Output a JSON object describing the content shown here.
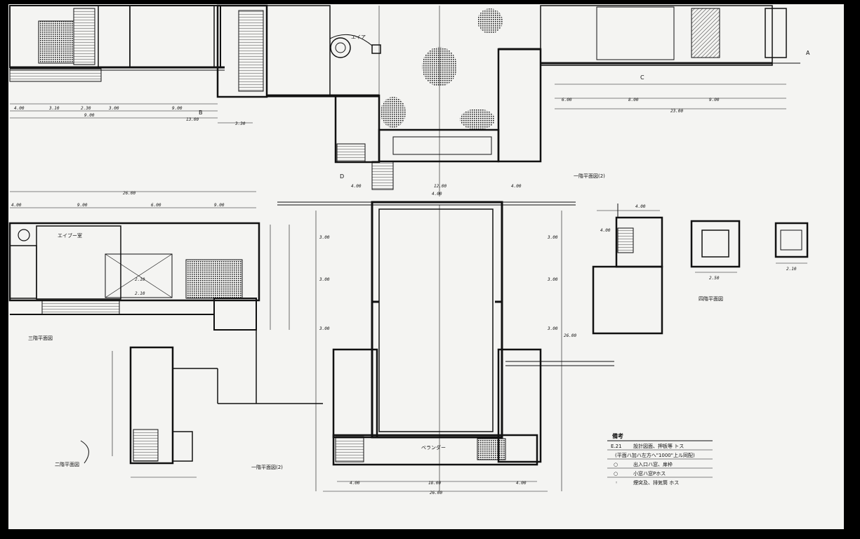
{
  "upper_plan": {
    "labels": {
      "a": "A",
      "b": "B",
      "c": "C",
      "d": "D",
      "ev_label": "エイア"
    },
    "dims_left": [
      "4.00",
      "3.10",
      "2.30",
      "3.00",
      "9.00",
      "9.00",
      "13.00",
      "3.30"
    ],
    "dims_right": [
      "6.00",
      "8.00",
      "9.00",
      "23.00"
    ],
    "dims_bottom": [
      "4.00",
      "12.00",
      "4.00"
    ]
  },
  "left_plan": {
    "title": "三階平面図",
    "room_ev": "エイブー室",
    "dims": [
      "26.00",
      "4.00",
      "9.00",
      "6.00",
      "9.00",
      "2.10",
      "2.10"
    ]
  },
  "central_plan": {
    "top_dim": "4.00",
    "side_dims": [
      "3.00",
      "3.00",
      "3.00",
      "3.00",
      "3.00",
      "3.00",
      "26.00"
    ],
    "bottom_dims": [
      "4.00",
      "18.00",
      "4.00",
      "26.00"
    ],
    "corridor_label": "ベランダー",
    "title": "一階平面図(2)"
  },
  "small_left": {
    "title": "二階平面図"
  },
  "right_plans": {
    "title_1": "一階平面図(2)",
    "title_2": "四階平面図",
    "dims": [
      "4.00",
      "4.00",
      "2.50",
      "2.10"
    ]
  },
  "legend": {
    "title": "備考",
    "rows": [
      {
        "symbol": "E.21",
        "text": "設計図面、押板等 トス"
      },
      {
        "symbol": "",
        "text": "(平面ハ加ハ左方へ\"1000\"上ル同配)"
      },
      {
        "symbol": "○",
        "text": "出入口ハ窓、扉枠"
      },
      {
        "symbol": "○",
        "text": "小窓ハ窓Pホス"
      },
      {
        "symbol": "◦",
        "text": "煙突及、排気筒 ホス"
      }
    ]
  }
}
